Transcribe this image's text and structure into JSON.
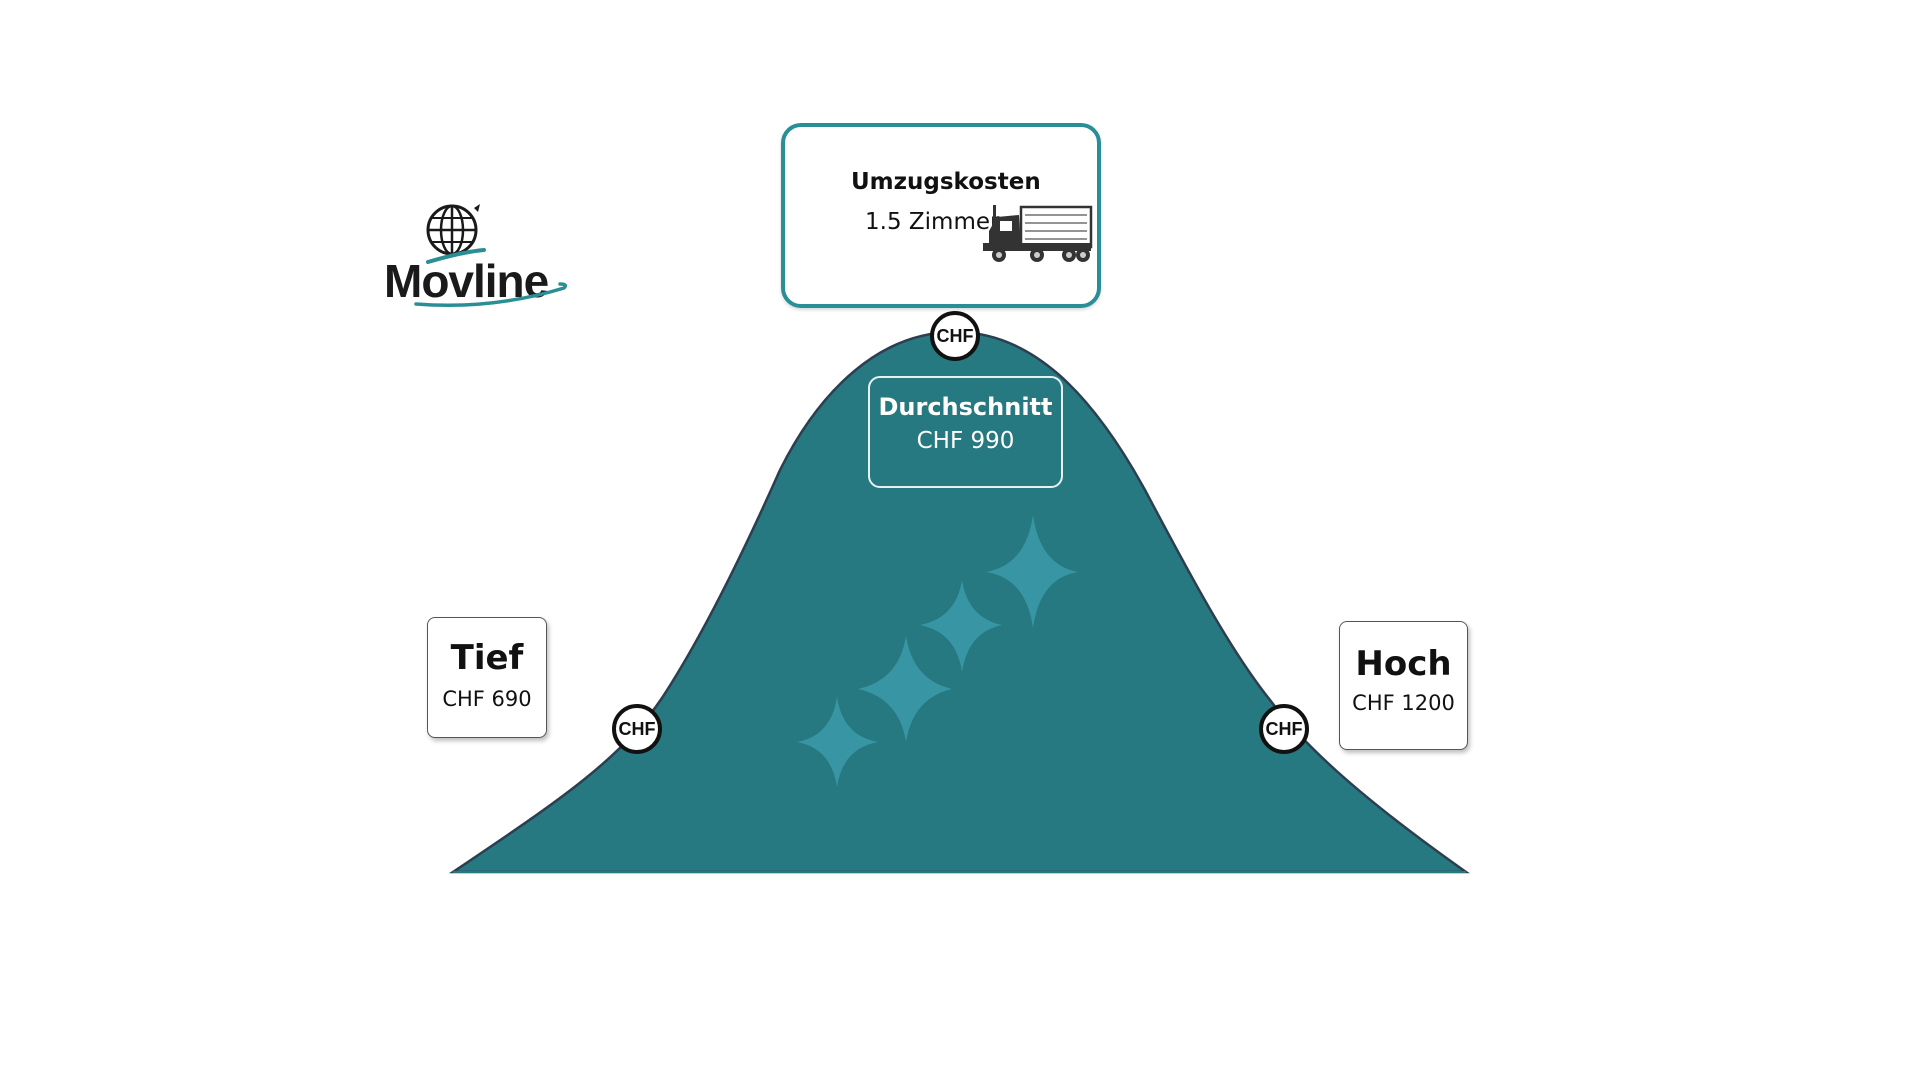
{
  "logo": {
    "brand_text": "Movline",
    "icon": "globe-icon"
  },
  "title_card": {
    "heading": "Umzugskosten",
    "subheading": "1.5 Zimmer",
    "icon": "truck-icon"
  },
  "curve": {
    "low": {
      "title": "Tief",
      "value": "CHF 690",
      "marker": "CHF"
    },
    "average": {
      "title": "Durchschnitt",
      "value": "CHF 990",
      "marker": "CHF"
    },
    "high": {
      "title": "Hoch",
      "value": "CHF 1200",
      "marker": "CHF"
    }
  },
  "colors": {
    "curve_fill": "#267980",
    "accent": "#2a8e96",
    "sparkle": "#3896a4"
  }
}
